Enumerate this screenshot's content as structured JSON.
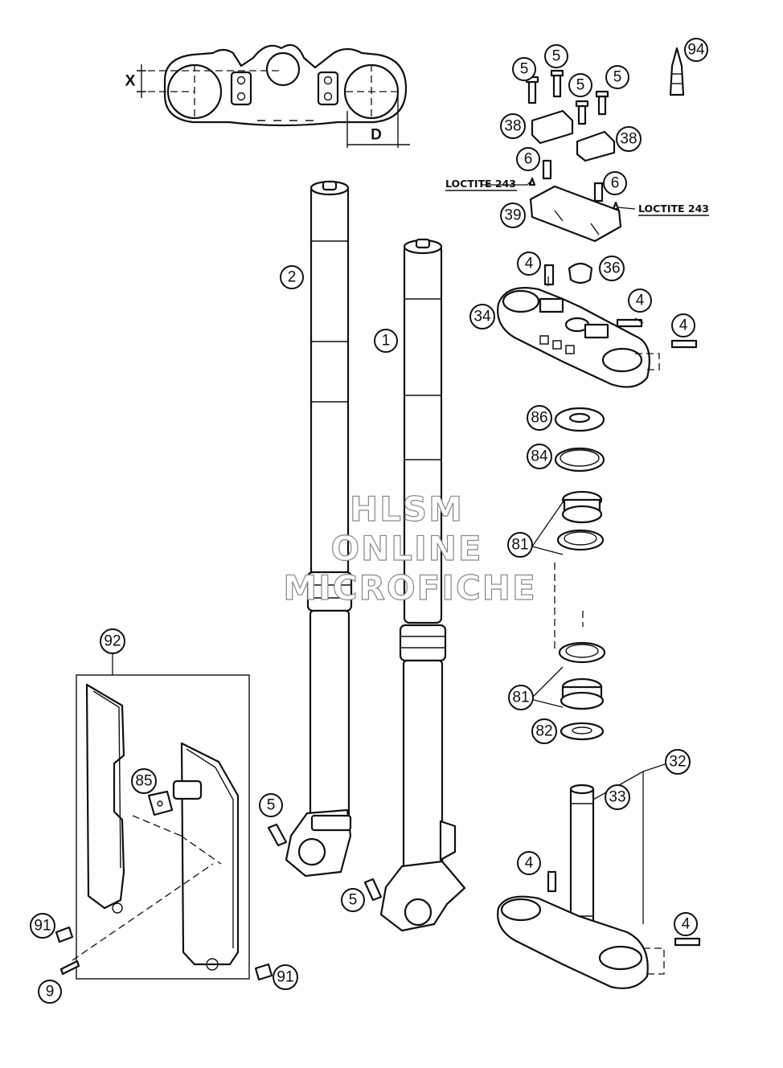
{
  "dimensions": {
    "x_label": "X",
    "d_label": "D"
  },
  "loctite": {
    "left": "LOCTITE 243",
    "right": "LOCTITE 243"
  },
  "watermark": {
    "line1": "HLSM",
    "line2": "ONLINE",
    "line3": "MICROFICHE"
  },
  "callouts": {
    "c94": "94",
    "c5a": "5",
    "c5b": "5",
    "c5c": "5",
    "c5d": "5",
    "c38a": "38",
    "c38b": "38",
    "c6a": "6",
    "c6b": "6",
    "c39": "39",
    "c4a": "4",
    "c36": "36",
    "c4b": "4",
    "c34": "34",
    "c4c": "4",
    "c2": "2",
    "c1": "1",
    "c86": "86",
    "c84": "84",
    "c81a": "81",
    "c81b": "81",
    "c82": "82",
    "c32": "32",
    "c33": "33",
    "c92": "92",
    "c85": "85",
    "c5e": "5",
    "c5f": "5",
    "c4d": "4",
    "c4e": "4",
    "c91a": "91",
    "c91b": "91",
    "c9": "9"
  }
}
